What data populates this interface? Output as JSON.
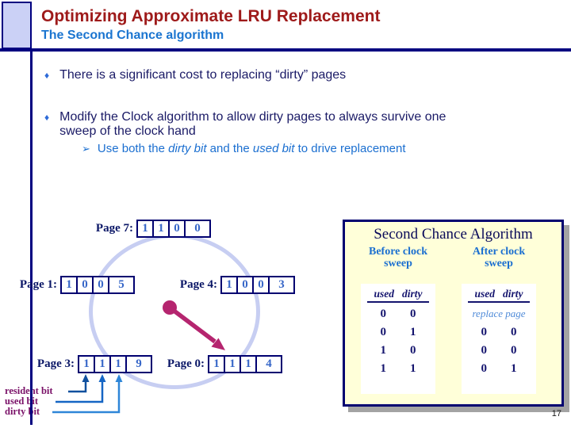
{
  "slide": {
    "title": "Optimizing Approximate LRU Replacement",
    "subtitle": "The Second Chance algorithm",
    "page_number": "17"
  },
  "bullets": {
    "glyph": "♦",
    "b1": "There is a significant cost to replacing “dirty” pages",
    "b2_line1": "Modify the Clock algorithm to allow dirty pages to always survive one",
    "b2_line2": "sweep of the clock hand",
    "sub_glyph": "➢",
    "sub_pre": "Use both the ",
    "sub_it1": "dirty bit",
    "sub_mid": " and the ",
    "sub_it2": "used bit",
    "sub_post": " to drive replacement"
  },
  "clock": {
    "pages": [
      {
        "label": "Page 7:",
        "bits": [
          "1",
          "1",
          "0"
        ],
        "counter": "0"
      },
      {
        "label": "Page 1:",
        "bits": [
          "1",
          "0",
          "0"
        ],
        "counter": "5"
      },
      {
        "label": "Page 4:",
        "bits": [
          "1",
          "0",
          "0"
        ],
        "counter": "3"
      },
      {
        "label": "Page 3:",
        "bits": [
          "1",
          "1",
          "1"
        ],
        "counter": "9"
      },
      {
        "label": "Page 0:",
        "bits": [
          "1",
          "1",
          "1"
        ],
        "counter": "4"
      }
    ],
    "bit_labels": {
      "resident": "resident bit",
      "used": "used bit",
      "dirty": "dirty bit"
    }
  },
  "panel": {
    "title": "Second Chance Algorithm",
    "before": {
      "header1": "Before clock",
      "header2": "sweep",
      "col1": "used",
      "col2": "dirty",
      "rows": [
        [
          "0",
          "0"
        ],
        [
          "0",
          "1"
        ],
        [
          "1",
          "0"
        ],
        [
          "1",
          "1"
        ]
      ]
    },
    "after": {
      "header1": "After clock",
      "header2": "sweep",
      "col1": "used",
      "col2": "dirty",
      "note": "replace page",
      "rows": [
        [
          "0",
          "0"
        ],
        [
          "0",
          "0"
        ],
        [
          "0",
          "1"
        ]
      ]
    }
  },
  "colors": {
    "title_red": "#9e1a1a",
    "accent_blue": "#1b75d0",
    "body_navy": "#1a1a66",
    "register_border": "#000070",
    "digit_blue": "#3767c8",
    "clock_ring": "#c7cef2",
    "hand_magenta": "#b5256f",
    "bit_label_magenta": "#7a1168",
    "panel_bg": "#ffffd9",
    "frame_navy": "#000080"
  }
}
